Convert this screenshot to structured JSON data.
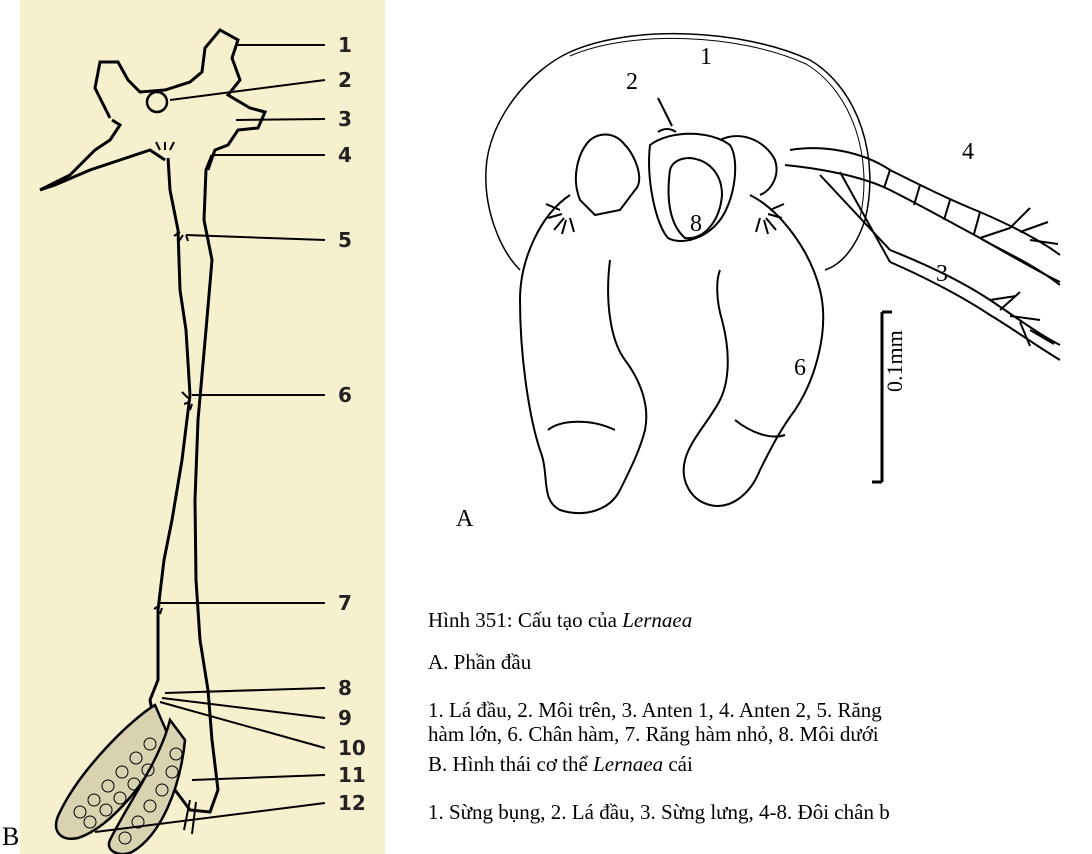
{
  "panel_b": {
    "label": "B",
    "numbers": [
      "1",
      "2",
      "3",
      "4",
      "5",
      "6",
      "7",
      "8",
      "9",
      "10",
      "11",
      "12"
    ]
  },
  "panel_a": {
    "label": "A",
    "numbers": {
      "n1": "1",
      "n2": "2",
      "n3": "3",
      "n4": "4",
      "n6": "6",
      "n8": "8"
    },
    "scale_label": "0.1mm"
  },
  "caption": {
    "title_prefix": "Hình 351: Cấu tạo của ",
    "title_italic": "Lernaea",
    "part_a": "A. Phần đầu",
    "part_a_list_line1": "1. Lá đầu, 2. Môi trên, 3. Anten 1, 4. Anten 2, 5. Răng",
    "part_a_list_line2": "hàm lớn, 6. Chân hàm, 7. Răng hàm nhỏ, 8. Môi dưới",
    "part_b_prefix": "B. Hình thái cơ thể ",
    "part_b_italic": "Lernaea",
    "part_b_suffix": " cái",
    "part_b_list": "1. Sừng bụng, 2. Lá đầu, 3. Sừng lưng, 4-8. Đôi chân b"
  }
}
